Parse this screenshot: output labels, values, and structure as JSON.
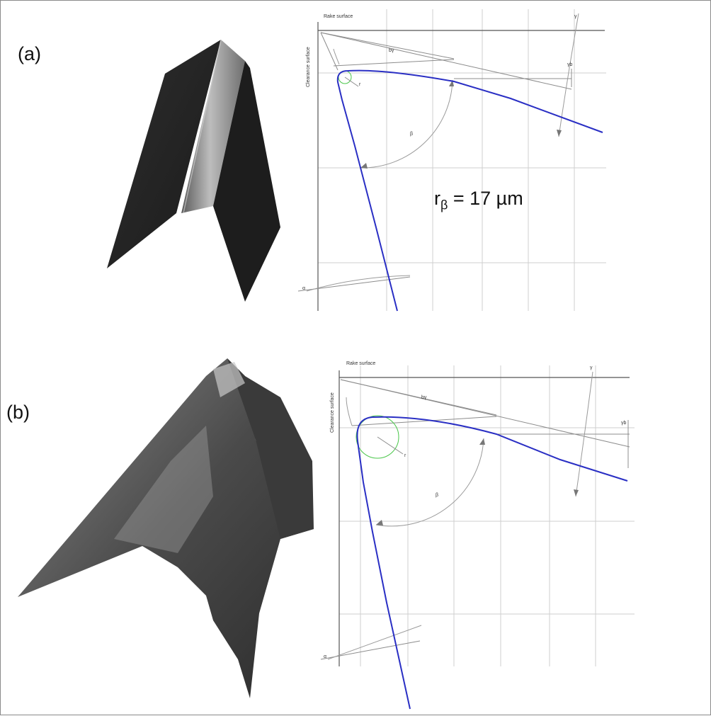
{
  "panels": [
    {
      "label": "(a)",
      "rake_label": "Rake surface",
      "clearance_label": "Clearance surface",
      "angle_labels": {
        "bgamma": "bγ",
        "beta": "β",
        "gamma": "γ",
        "alpha": "α",
        "gammab": "γb",
        "r": "r"
      },
      "annotation": {
        "main": "r",
        "sub": "β",
        "rest": " = 17 µm"
      }
    },
    {
      "label": "(b)",
      "rake_label": "Rake surface",
      "clearance_label": "Clearance surface",
      "angle_labels": {
        "bgamma": "bγ",
        "beta": "β",
        "gamma": "γ",
        "alpha": "α",
        "gammab": "γb",
        "r": "r"
      }
    }
  ],
  "colors": {
    "profile": "#2a2fc4",
    "edge_circle": "#49c649",
    "frame_border": "#8a8a8a"
  }
}
